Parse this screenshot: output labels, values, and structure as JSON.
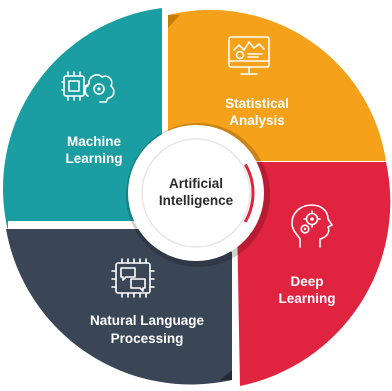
{
  "center": {
    "line1": "Artificial",
    "line2": "Intelligence"
  },
  "segments": [
    {
      "id": "machine-learning",
      "line1": "Machine",
      "line2": "Learning",
      "color": "#1a9ea1",
      "icon": "circuit-brain-icon"
    },
    {
      "id": "statistical-analysis",
      "line1": "Statistical",
      "line2": "Analysis",
      "color": "#f6a11a",
      "icon": "monitor-chart-icon"
    },
    {
      "id": "deep-learning",
      "line1": "Deep",
      "line2": "Learning",
      "color": "#e0233f",
      "icon": "head-gears-icon"
    },
    {
      "id": "natural-language-processing",
      "line1": "Natural Language",
      "line2": "Processing",
      "color": "#3a4556",
      "icon": "chip-chat-icon"
    }
  ],
  "colors": {
    "ring_segments": [
      "#1a9ea1",
      "#f6a11a",
      "#e0233f",
      "#3a4556"
    ],
    "center_fill": "#ffffff",
    "center_text": "#2b2b2b"
  }
}
